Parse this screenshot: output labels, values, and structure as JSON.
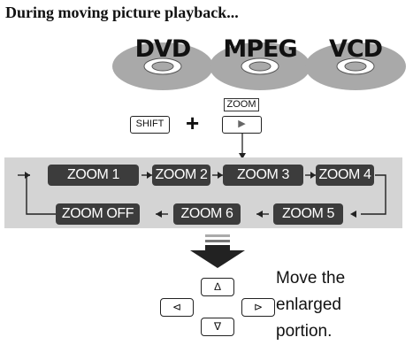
{
  "heading": "During moving picture playback...",
  "discs": [
    {
      "label": "DVD"
    },
    {
      "label": "MPEG"
    },
    {
      "label": "VCD"
    }
  ],
  "keys": {
    "shift_label": "SHIFT",
    "plus": "+",
    "zoom_caption": "ZOOM",
    "play_glyph": "▶"
  },
  "zoom_sequence": {
    "row1": [
      "ZOOM 1",
      "ZOOM 2",
      "ZOOM 3",
      "ZOOM 4"
    ],
    "row2": [
      "ZOOM OFF",
      "ZOOM 6",
      "ZOOM 5"
    ]
  },
  "direction_keys": {
    "up": "∆",
    "left": "⊲",
    "right": "⊳",
    "down": "∇"
  },
  "move_text": {
    "line1": "Move the enlarged",
    "line2": "portion."
  },
  "colors": {
    "panel": "#d4d4d4",
    "pill": "#3c3c3c",
    "disc": "#a9a9a9"
  }
}
